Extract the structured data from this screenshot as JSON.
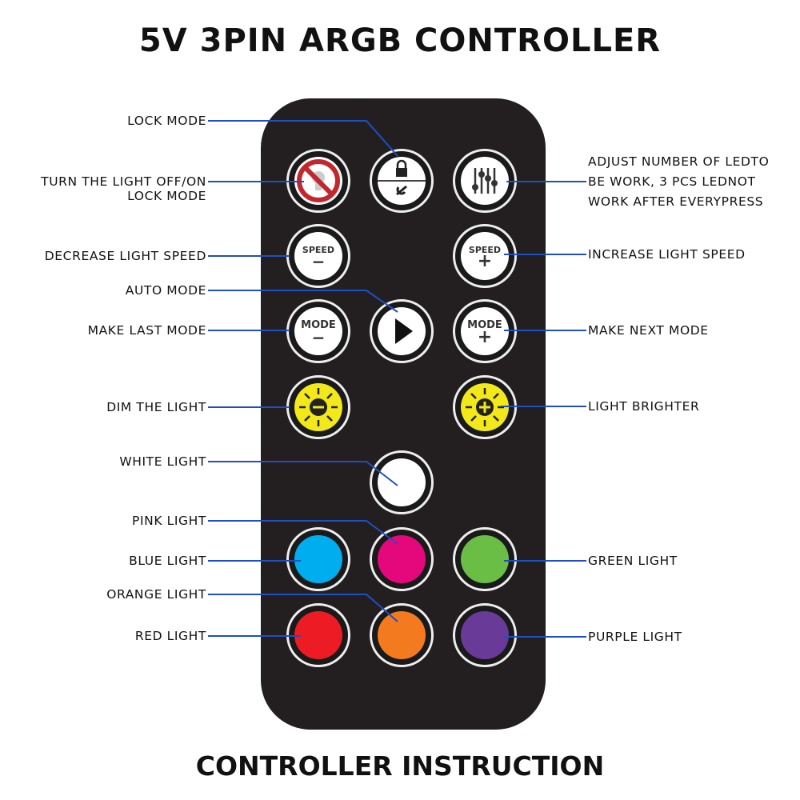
{
  "title": "5V 3PIN ARGB CONTROLLER",
  "footer": "CONTROLLER INSTRUCTION",
  "labels": {
    "lock_mode": "LOCK MODE",
    "off_on_1": "TURN THE LIGHT OFF/ON",
    "off_on_2": "LOCK MODE",
    "adjust_1": "ADJUST NUMBER OF LEDTO",
    "adjust_2": "BE WORK, 3 PCS LEDNOT",
    "adjust_3": "WORK AFTER EVERYPRESS",
    "decrease_speed": "DECREASE LIGHT SPEED",
    "increase_speed": "INCREASE LIGHT SPEED",
    "auto_mode": "AUTO MODE",
    "last_mode": "MAKE LAST MODE",
    "next_mode": "MAKE NEXT MODE",
    "dim": "DIM THE LIGHT",
    "brighter": "LIGHT BRIGHTER",
    "white": "WHITE LIGHT",
    "pink": "PINK LIGHT",
    "blue": "BLUE LIGHT",
    "green": "GREEN LIGHT",
    "orange": "ORANGE LIGHT",
    "red": "RED LIGHT",
    "purple": "PURPLE LIGHT"
  },
  "buttons": {
    "speed": "SPEED",
    "mode": "MODE",
    "minus": "−",
    "plus": "+"
  },
  "colors": {
    "line": "#1f4fc4",
    "yellow": "#f2e81a",
    "white": "#ffffff",
    "pink": "#e5087d",
    "blue": "#00aeef",
    "green": "#6abd45",
    "red": "#ed1c24",
    "orange": "#f47a20",
    "purple": "#6a3a98"
  }
}
